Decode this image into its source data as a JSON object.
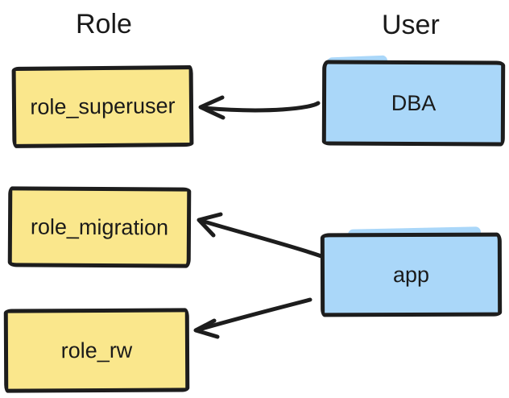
{
  "titles": {
    "role": "Role",
    "user": "User"
  },
  "roles": [
    {
      "label": "role_superuser"
    },
    {
      "label": "role_migration"
    },
    {
      "label": "role_rw"
    }
  ],
  "users": [
    {
      "label": "DBA"
    },
    {
      "label": "app"
    }
  ],
  "edges": [
    {
      "from": "DBA",
      "to": "role_superuser"
    },
    {
      "from": "app",
      "to": "role_migration"
    },
    {
      "from": "app",
      "to": "role_rw"
    }
  ],
  "colors": {
    "role_fill": "#FAE78C",
    "user_fill": "#AAD7F9",
    "stroke": "#1D1D1D",
    "text": "#1A1A1A",
    "background": "#FFFFFF"
  }
}
